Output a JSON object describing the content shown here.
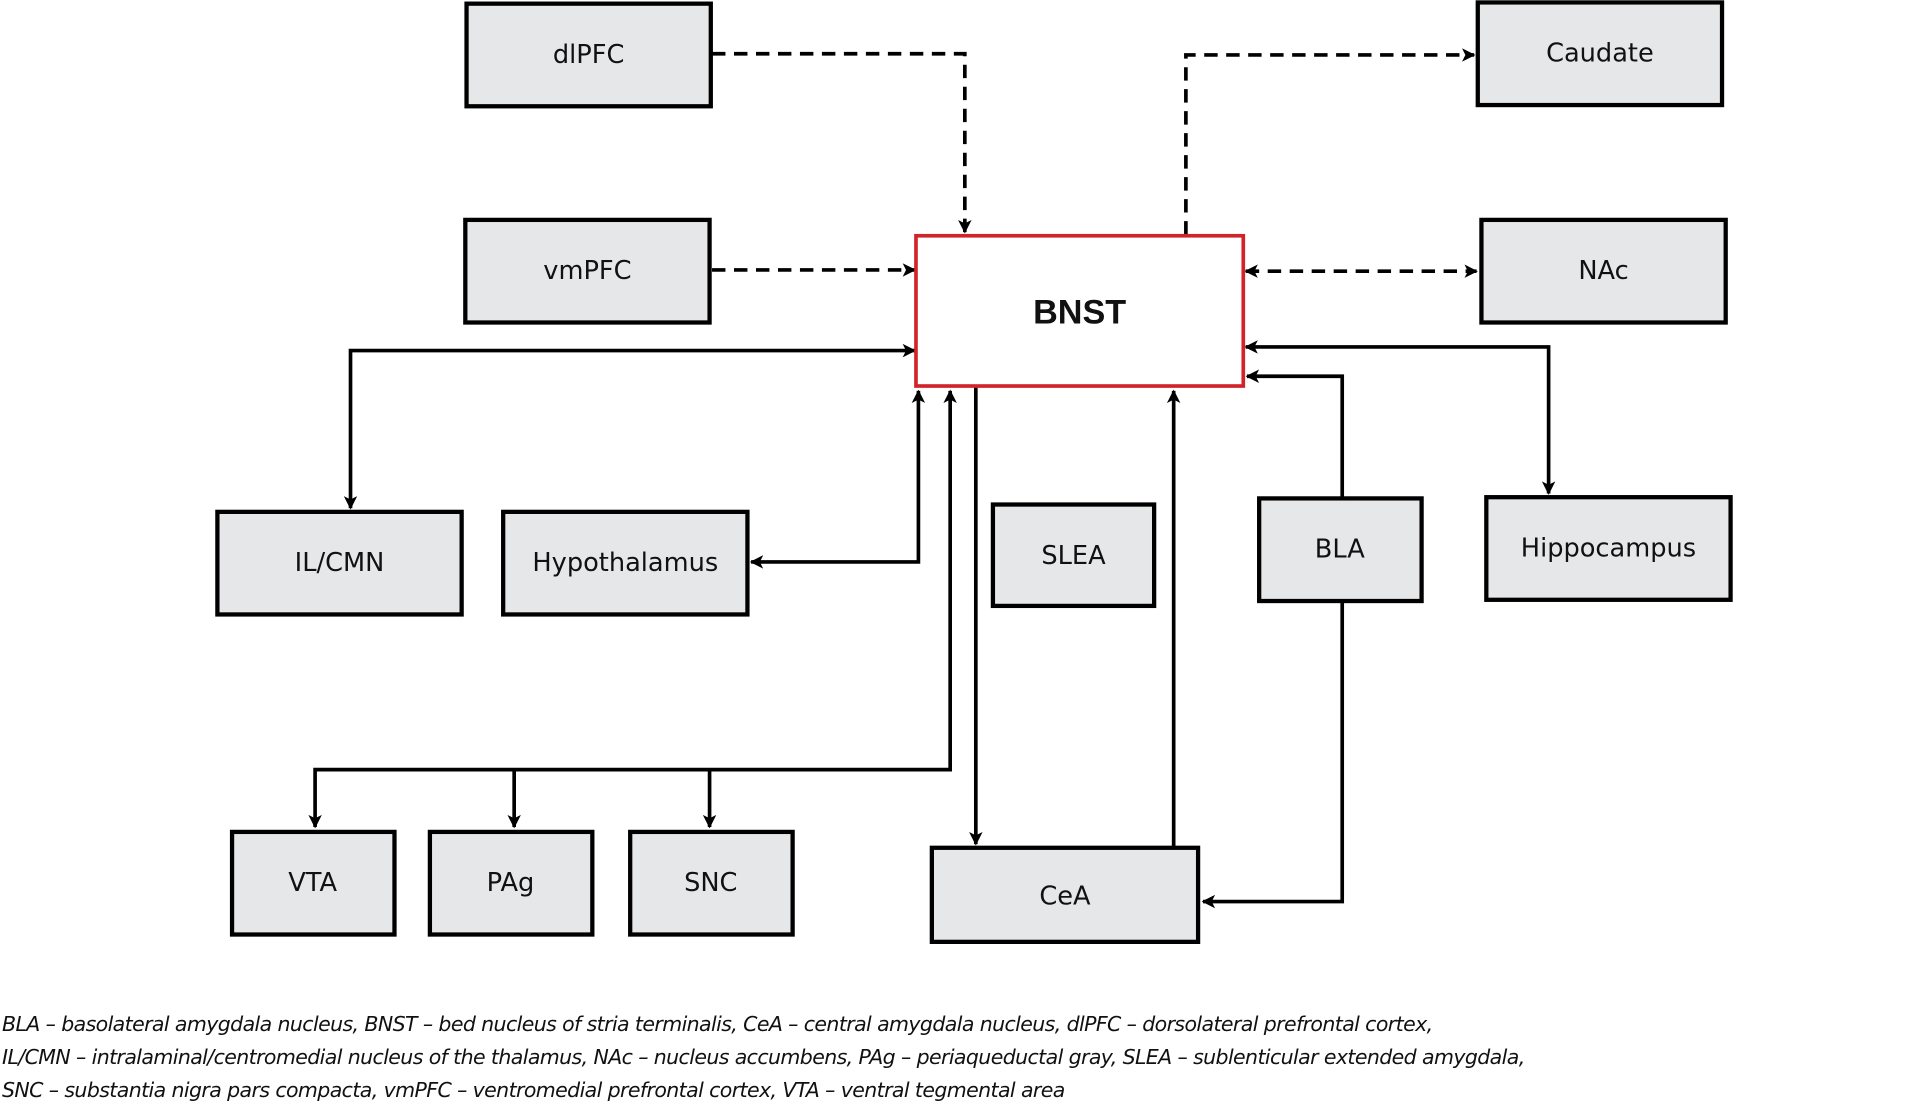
{
  "nodes": {
    "dlpfc": "dlPFC",
    "vmpfc": "vmPFC",
    "caudate": "Caudate",
    "nac": "NAc",
    "bnst": "BNST",
    "ilcmn": "IL/CMN",
    "hypothalamus": "Hypothalamus",
    "slea": "SLEA",
    "bla": "BLA",
    "hippocampus": "Hippocampus",
    "vta": "VTA",
    "pag": "PAg",
    "snc": "SNC",
    "cea": "CeA"
  },
  "edges": [
    {
      "from": "dlPFC",
      "to": "BNST",
      "style": "dashed",
      "direction": "one-way"
    },
    {
      "from": "vmPFC",
      "to": "BNST",
      "style": "dashed",
      "direction": "one-way"
    },
    {
      "from": "BNST",
      "to": "Caudate",
      "style": "dashed",
      "direction": "one-way"
    },
    {
      "from": "BNST",
      "to": "NAc",
      "style": "dashed",
      "direction": "two-way"
    },
    {
      "from": "BNST",
      "to": "IL/CMN",
      "style": "solid",
      "direction": "two-way"
    },
    {
      "from": "BNST",
      "to": "Hypothalamus",
      "style": "solid",
      "direction": "two-way"
    },
    {
      "from": "BNST",
      "to": "VTA / PAg / SNC",
      "style": "solid",
      "direction": "two-way"
    },
    {
      "from": "BNST",
      "to": "CeA",
      "style": "solid",
      "direction": "one-way"
    },
    {
      "from": "CeA",
      "to": "BNST",
      "style": "solid",
      "direction": "one-way"
    },
    {
      "from": "BLA",
      "to": "BNST",
      "style": "solid",
      "direction": "one-way"
    },
    {
      "from": "BLA",
      "to": "CeA",
      "style": "solid",
      "direction": "one-way"
    },
    {
      "from": "BNST",
      "to": "Hippocampus",
      "style": "solid",
      "direction": "two-way"
    }
  ],
  "colors": {
    "hub_border": "#d2232a",
    "node_fill": "#e6e7e8"
  },
  "caption": {
    "line1": "BLA – basolateral amygdala nucleus, BNST – bed nucleus of stria terminalis, CeA – central amygdala nucleus, dlPFC – dorsolateral prefrontal cortex,",
    "line2": "IL/CMN – intralaminal/centromedial nucleus of the thalamus, NAc – nucleus accumbens, PAg – periaqueductal gray, SLEA – sublenticular extended amygdala,",
    "line3": "SNC – substantia nigra pars compacta, vmPFC – ventromedial prefrontal cortex, VTA – ventral tegmental area"
  }
}
